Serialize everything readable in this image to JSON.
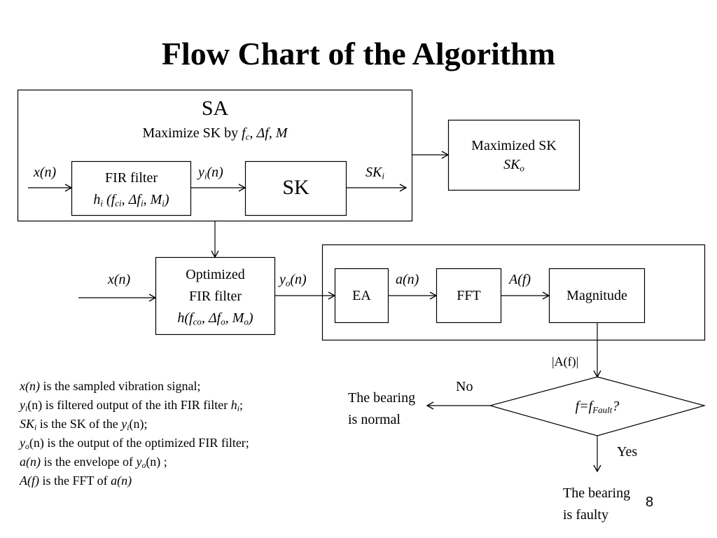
{
  "slide": {
    "title": "Flow Chart of the Algorithm",
    "page_number": "8"
  },
  "sa_block": {
    "heading": "SA",
    "subtitle_prefix": "Maximize SK by ",
    "subtitle_vars": {
      "fc_base": "f",
      "fc_sub": "c",
      "sep1": ", ",
      "df": "Δf",
      "sep2": ", ",
      "M": "M"
    },
    "input_label": "x(n)",
    "fir_filter": {
      "line1": "FIR filter",
      "h": "h",
      "h_sub": "i",
      "open": " (",
      "fc": "f",
      "fc_sub": "ci",
      "comma1": ", ",
      "df": "Δf",
      "df_sub": "i",
      "comma2": ", ",
      "M": "M",
      "M_sub": "i",
      "close": ")"
    },
    "yi_label": {
      "base": "y",
      "sub": "i",
      "rest": "(n)"
    },
    "sk_box": "SK",
    "ski_label": {
      "base": "SK",
      "sub": "i"
    }
  },
  "maximized_box": {
    "line1": "Maximized SK",
    "base": "SK",
    "sub": "o"
  },
  "optimized_filter": {
    "input_label": "x(n)",
    "line1": "Optimized",
    "line2": "FIR filter",
    "h": "h(",
    "fc": "f",
    "fc_sub": "co",
    "comma1": ", ",
    "df": "Δf",
    "df_sub": "o",
    "comma2": ", ",
    "M": "M",
    "M_sub": "o",
    "close": ")",
    "yo_label": {
      "base": "y",
      "sub": "o",
      "rest": "(n)"
    }
  },
  "envelope_chain": {
    "ea": "EA",
    "an_label": "a(n)",
    "fft": "FFT",
    "af_label": "A(f)",
    "magnitude": "Magnitude"
  },
  "decision": {
    "input_label": "|A(f)|",
    "cond_prefix": "f=f",
    "cond_sub": "Fault",
    "cond_suffix": "?",
    "no_label": "No",
    "yes_label": "Yes",
    "normal_line1": "The bearing",
    "normal_line2": "is normal",
    "faulty_line1": "The bearing",
    "faulty_line2": "is faulty"
  },
  "legend": [
    {
      "var": "x(n)",
      "var_sub": "",
      "var_italic": true,
      "var_rest": "",
      "text": " is the sampled vibration signal;",
      "tail_italic": "",
      "tail_sub": "",
      "tail_end": ""
    },
    {
      "var": "y",
      "var_sub": "i",
      "var_italic": true,
      "var_rest": "(n)",
      "text": " is filtered output of the ith FIR filter ",
      "tail_italic": "h",
      "tail_sub": "i",
      "tail_end": ";"
    },
    {
      "var": "SK",
      "var_sub": "i",
      "var_italic": true,
      "var_rest": "",
      "text": " is the SK of the ",
      "tail_italic": "y",
      "tail_sub": "i",
      "tail_end": "(n);"
    },
    {
      "var": "y",
      "var_sub": "o",
      "var_italic": true,
      "var_rest": "(n)",
      "text": " is the output of the optimized FIR filter;",
      "tail_italic": "",
      "tail_sub": "",
      "tail_end": ""
    },
    {
      "var": "a(n)",
      "var_sub": "",
      "var_italic": true,
      "var_rest": "",
      "text": " is the envelope of ",
      "tail_italic": "y",
      "tail_sub": "o",
      "tail_end": "(n) ;"
    },
    {
      "var": "A(f)",
      "var_sub": "",
      "var_italic": true,
      "var_rest": "",
      "text": " is the FFT of ",
      "tail_italic": "a(n)",
      "tail_sub": "",
      "tail_end": ""
    }
  ]
}
